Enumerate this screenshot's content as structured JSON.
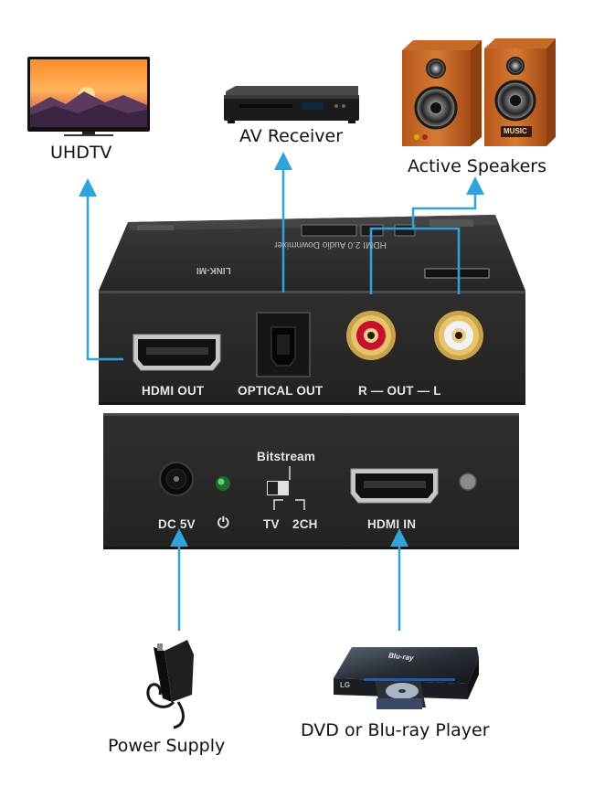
{
  "devices": {
    "uhdtv": "UHDTV",
    "av_receiver": "AV Receiver",
    "active_speakers": "Active Speakers",
    "power_supply": "Power Supply",
    "dvd_player": "DVD or Blu-ray Player"
  },
  "back_panel": {
    "hdmi_out": "HDMI OUT",
    "optical_out": "OPTICAL OUT",
    "rca_out": "R — OUT — L",
    "top_text_1": "HDMI 2.0 Audio Downmixer",
    "top_text_2": "LINK-MI"
  },
  "front_panel": {
    "dc_5v": "DC 5V",
    "power_symbol": "⏻",
    "bitstream": "Bitstream",
    "tv": "TV",
    "two_ch": "2CH",
    "hdmi_in": "HDMI IN"
  },
  "speaker_badge": "MUSIC",
  "player_logo": "LG",
  "bluray_logo": "Blu-ray",
  "colors": {
    "arrow": "#2ea3dc",
    "device_body": "#2c2c2c",
    "rca_red": "#c8102e"
  }
}
